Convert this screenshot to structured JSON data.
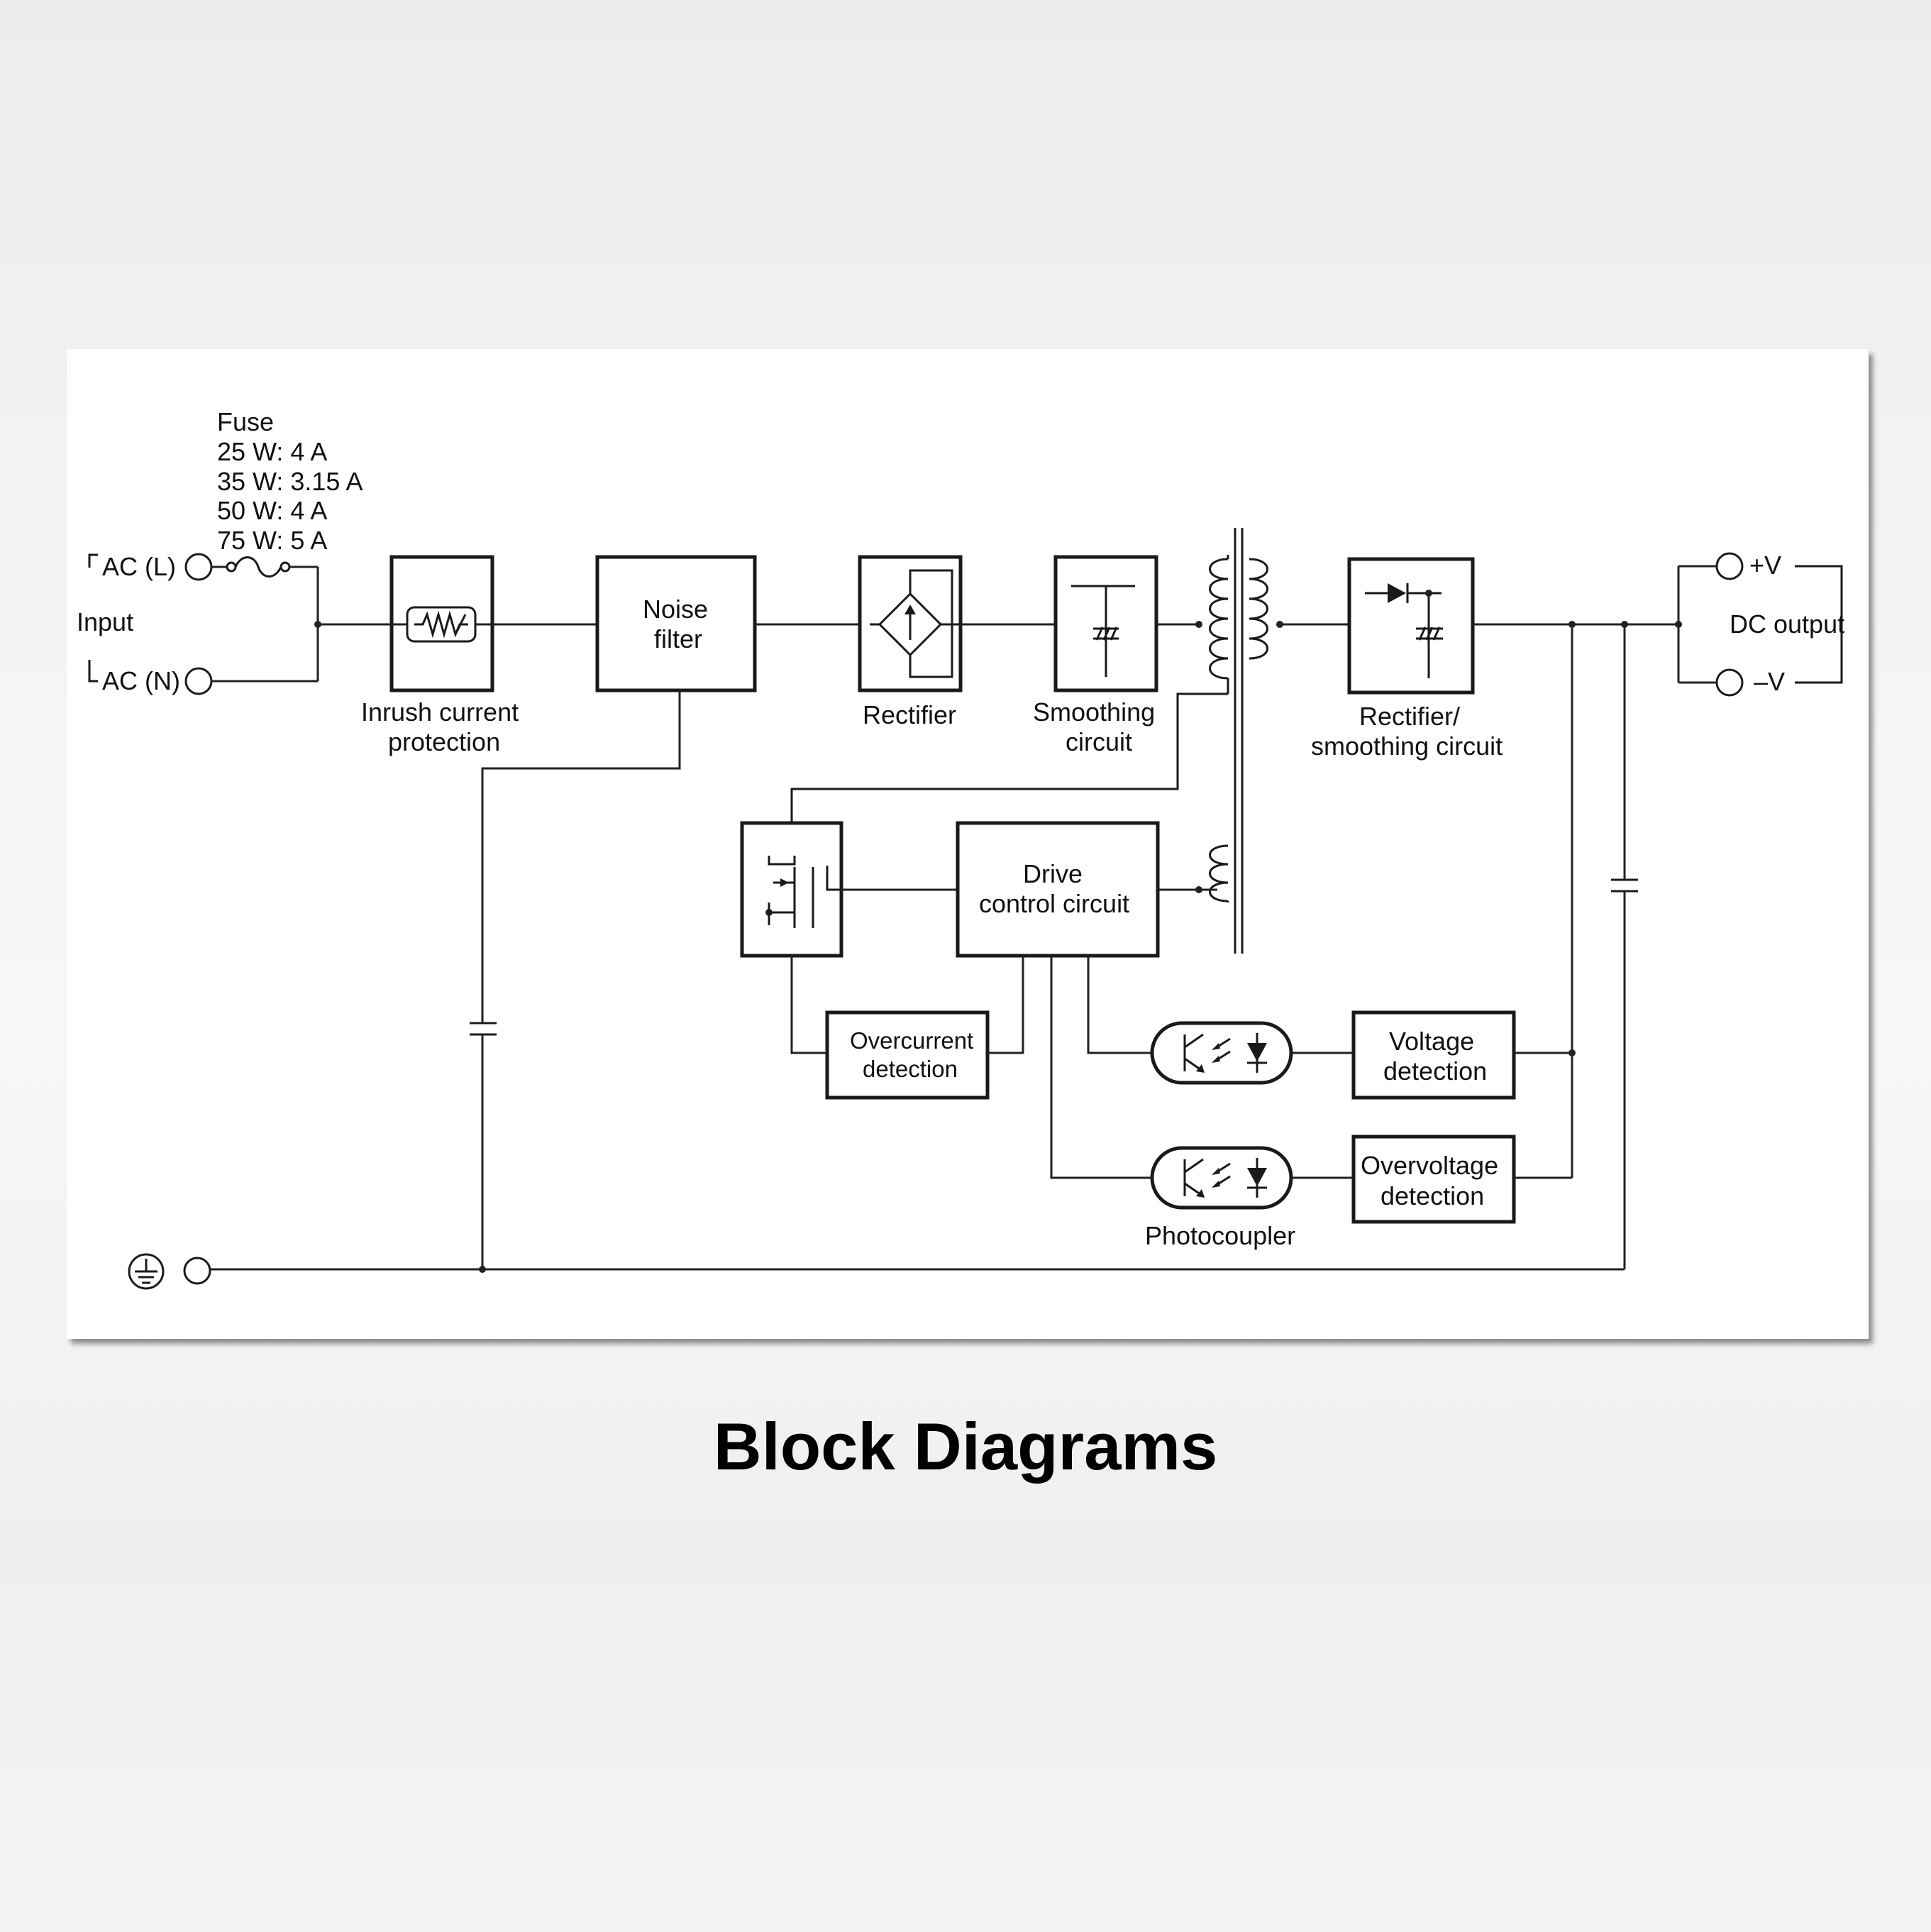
{
  "title": "Block Diagrams",
  "diagram": {
    "fuse": {
      "heading": "Fuse",
      "ratings": [
        "25 W: 4 A",
        "35 W: 3.15 A",
        "50 W: 4 A",
        "75 W: 5 A"
      ]
    },
    "input": {
      "label": "Input",
      "ac_line": "AC (L)",
      "ac_neutral": "AC (N)"
    },
    "blocks": {
      "inrush": [
        "Inrush current",
        "protection"
      ],
      "noise_filter": [
        "Noise",
        "filter"
      ],
      "rectifier": "Rectifier",
      "smoothing": [
        "Smoothing",
        "circuit"
      ],
      "rectifier_smoothing": [
        "Rectifier/",
        "smoothing circuit"
      ],
      "drive_control": [
        "Drive",
        "control circuit"
      ],
      "overcurrent": [
        "Overcurrent",
        "detection"
      ],
      "voltage_detection": [
        "Voltage",
        "detection"
      ],
      "overvoltage_detection": [
        "Overvoltage",
        "detection"
      ],
      "photocoupler": "Photocoupler"
    },
    "output": {
      "plus": "+V",
      "minus": "–V",
      "label": "DC output"
    }
  }
}
